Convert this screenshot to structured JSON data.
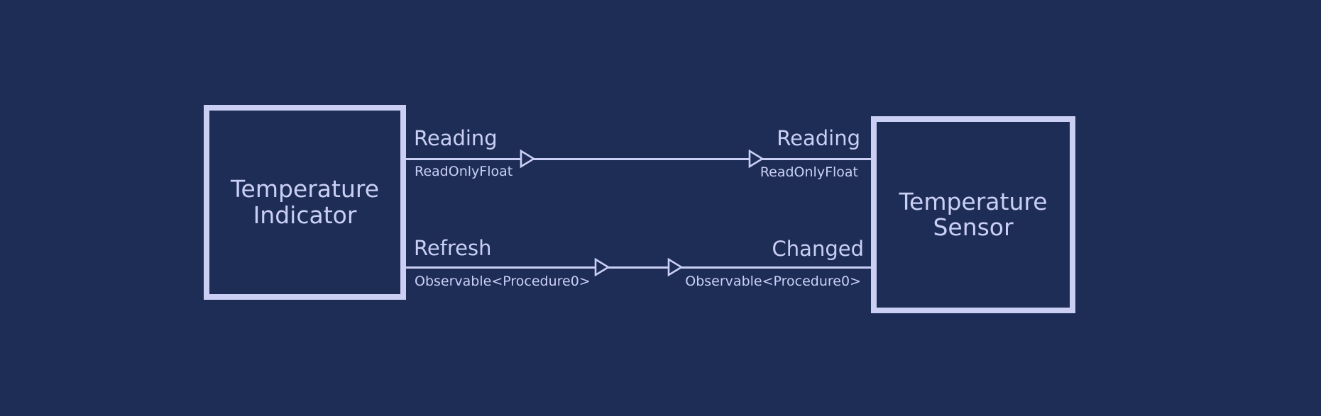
{
  "colors": {
    "background": "#1d2d56",
    "accent": "#cbcff4"
  },
  "nodes": [
    {
      "title": "Temperature Indicator"
    },
    {
      "title": "Temperature Sensor"
    }
  ],
  "connections": [
    {
      "from_port": "Reading",
      "from_type": "ReadOnlyFloat",
      "to_port": "Reading",
      "to_type": "ReadOnlyFloat"
    },
    {
      "from_port": "Refresh",
      "from_type": "Observable<Procedure0>",
      "to_port": "Changed",
      "to_type": "Observable<Procedure0>"
    }
  ]
}
